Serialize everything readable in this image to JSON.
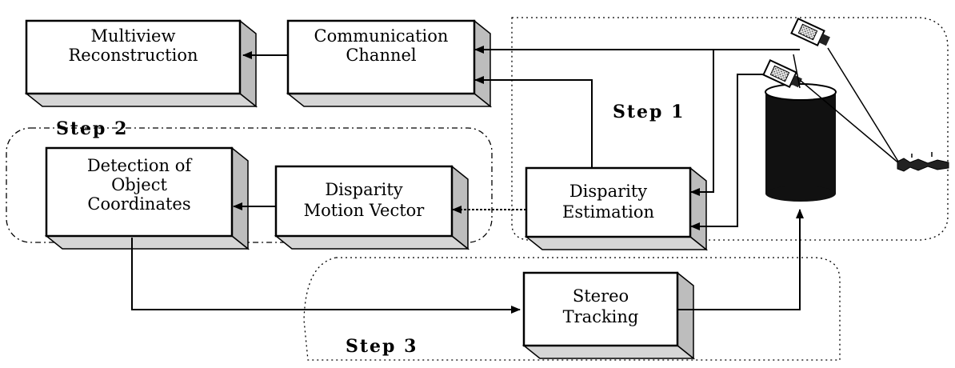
{
  "diagram": {
    "boxes": [
      {
        "id": "multiview-reconstruction",
        "lines": [
          "Multiview",
          "Reconstruction"
        ]
      },
      {
        "id": "communication-channel",
        "lines": [
          "Communication",
          "Channel"
        ]
      },
      {
        "id": "detection-of-object-coordinates",
        "lines": [
          "Detection of",
          "Object",
          "Coordinates"
        ]
      },
      {
        "id": "disparity-motion-vector",
        "lines": [
          "Disparity",
          "Motion Vector"
        ]
      },
      {
        "id": "disparity-estimation",
        "lines": [
          "Disparity",
          "Estimation"
        ]
      },
      {
        "id": "stereo-tracking",
        "lines": [
          "Stereo",
          "Tracking"
        ]
      }
    ],
    "steps": {
      "step1": "Step 1",
      "step2": "Step 2",
      "step3": "Step 3"
    }
  }
}
